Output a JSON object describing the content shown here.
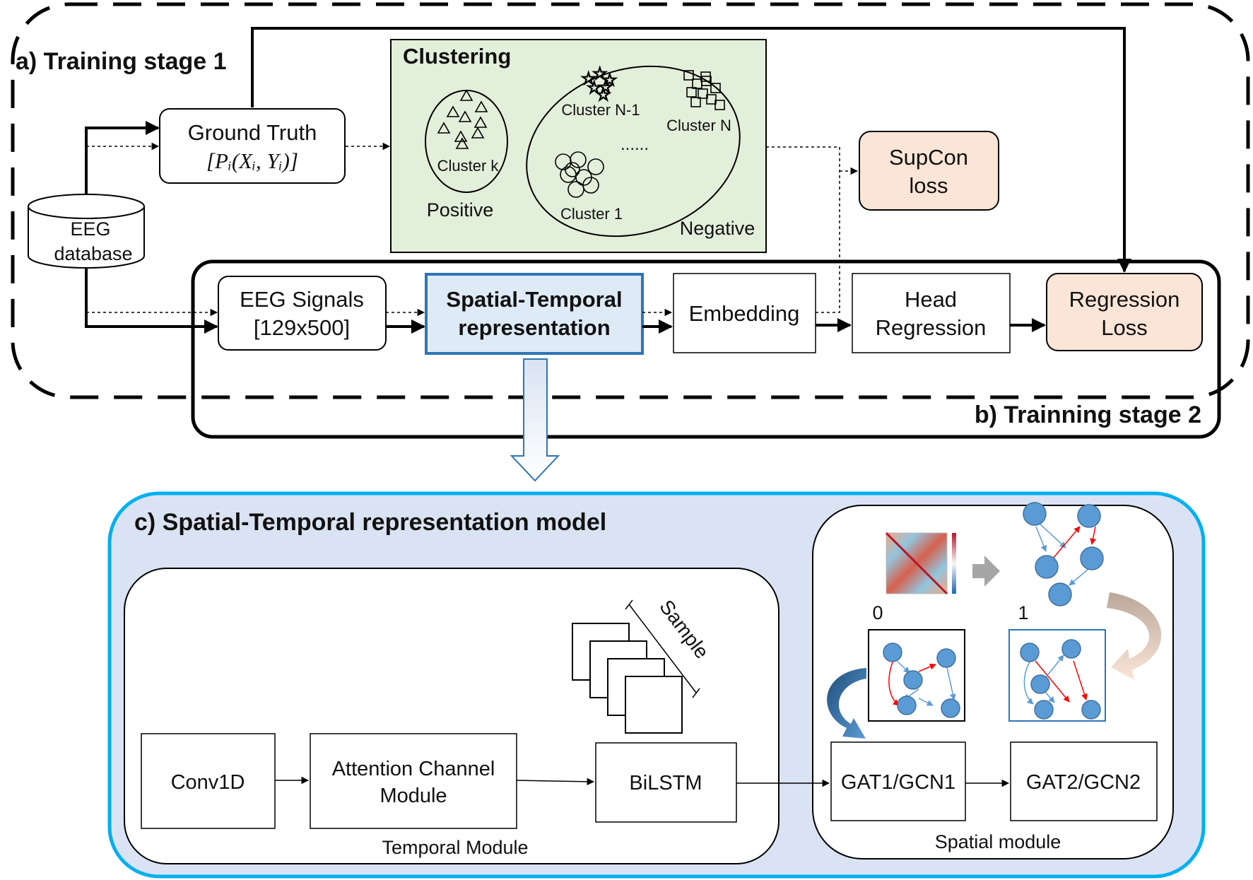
{
  "stage1": {
    "label": "a) Training stage 1"
  },
  "stage2": {
    "label": "b) Trainning stage 2"
  },
  "stage_c": {
    "label": "c) Spatial-Temporal representation model"
  },
  "eeg_database": {
    "line1": "EEG",
    "line2": "database"
  },
  "ground_truth": {
    "line1": "Ground Truth",
    "line2": "[Pᵢ(Xᵢ, Yᵢ)]"
  },
  "clustering": {
    "title": "Clustering",
    "cluster_k": "Cluster k",
    "positive": "Positive",
    "cluster_n_minus_1": "Cluster N-1",
    "cluster_n": "Cluster N",
    "ellipsis": "......",
    "cluster_1": "Cluster 1",
    "negative": "Negative"
  },
  "supcon": {
    "line1": "SupCon",
    "line2": "loss"
  },
  "pipeline": {
    "eeg_signals": {
      "line1": "EEG Signals",
      "line2": "[129x500]"
    },
    "spatial_temporal": {
      "line1": "Spatial-Temporal",
      "line2": "representation"
    },
    "embedding": "Embedding",
    "head_regression": {
      "line1": "Head",
      "line2": "Regression"
    },
    "regression_loss": {
      "line1": "Regression",
      "line2": "Loss"
    }
  },
  "temporal_module": {
    "label": "Temporal Module",
    "conv1d": "Conv1D",
    "attention": {
      "line1": "Attention Channel",
      "line2": "Module"
    },
    "bilstm": "BiLSTM",
    "sample": "Sample"
  },
  "spatial_module": {
    "label": "Spatial module",
    "graph0_label": "0",
    "graph1_label": "1",
    "gat1": "GAT1/GCN1",
    "gat2": "GAT2/GCN2"
  },
  "colors": {
    "cluster_bg": "#e2efda",
    "loss_fill": "#fbe5d6",
    "highlight_border": "#2e75b6",
    "highlight_fill": "#deebf7",
    "panel_c_border": "#00b0f0",
    "panel_c_fill": "#dae3f3",
    "node": "#5b9bd5",
    "red_edge": "#ff0000"
  }
}
